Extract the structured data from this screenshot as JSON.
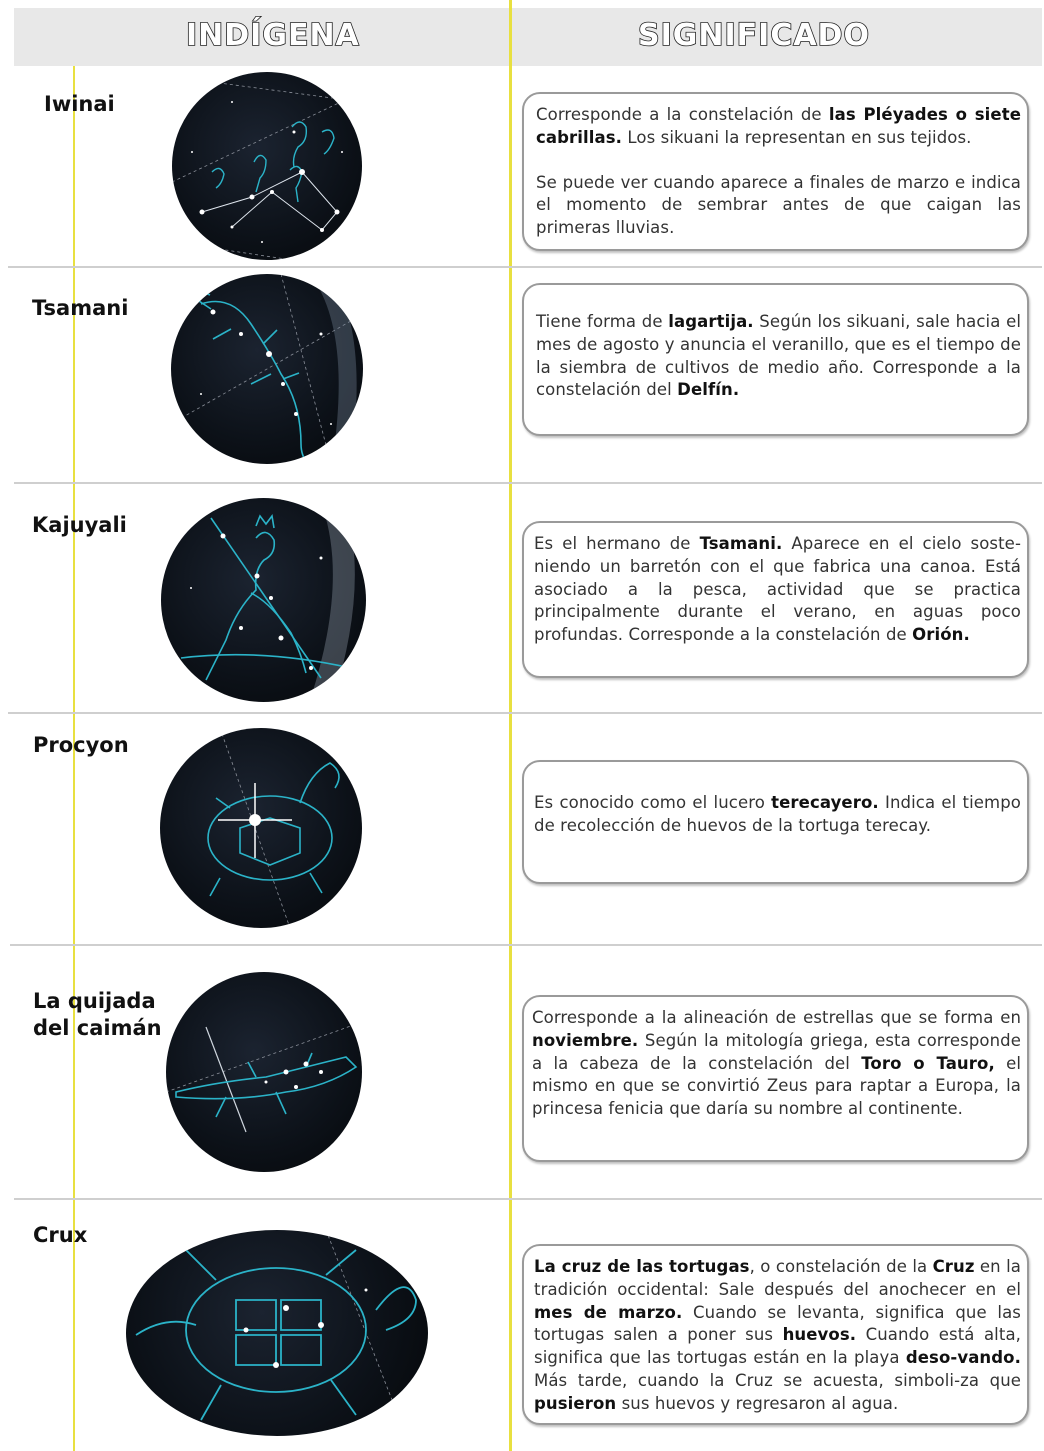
{
  "header": {
    "left_title": "INDÍGENA",
    "right_title": "SIGNIFICADO"
  },
  "rows": [
    {
      "name": "Iwinai",
      "image_icon": "pleiades-constellation-illustration",
      "paragraphs": [
        [
          {
            "t": "Corresponde a la constelación de "
          },
          {
            "t": "las Pléyades o siete cabrillas.",
            "b": true
          },
          {
            "t": " Los sikuani la representan en sus tejidos."
          }
        ],
        [
          {
            "t": "Se puede ver cuando aparece a finales de marzo e indica el momento de sembrar antes de que caigan las primeras lluvias."
          }
        ]
      ]
    },
    {
      "name": "Tsamani",
      "image_icon": "lizard-constellation-illustration",
      "paragraphs": [
        [
          {
            "t": "Tiene forma de "
          },
          {
            "t": "lagartija.",
            "b": true
          },
          {
            "t": " Según los sikuani, sale hacia el mes de agosto y anuncia el veranillo, que es el tiempo de la siembra de cultivos de medio año. Corresponde a la constelación del "
          },
          {
            "t": "Delfín.",
            "b": true
          }
        ]
      ]
    },
    {
      "name": "Kajuyali",
      "image_icon": "hunter-constellation-illustration",
      "paragraphs": [
        [
          {
            "t": "Es el hermano de "
          },
          {
            "t": "Tsamani.",
            "b": true
          },
          {
            "t": " Aparece en el cielo soste-niendo un barretón con el que fabrica una canoa. Está asociado a la pesca, actividad que se practica principalmente durante el verano, en aguas poco profundas. Corresponde a la constelación de "
          },
          {
            "t": "Orión.",
            "b": true
          }
        ]
      ]
    },
    {
      "name": "Procyon",
      "image_icon": "turtle-star-illustration",
      "paragraphs": [
        [
          {
            "t": "Es conocido como el lucero "
          },
          {
            "t": "terecayero.",
            "b": true
          },
          {
            "t": " Indica el tiempo de recolección de huevos de la tortuga terecay."
          }
        ]
      ]
    },
    {
      "name": "La quijada del caimán",
      "image_icon": "caiman-constellation-illustration",
      "paragraphs": [
        [
          {
            "t": "Corresponde a la alineación de estrellas que se forma en "
          },
          {
            "t": "noviembre.",
            "b": true
          },
          {
            "t": " Según la mitología griega, esta corresponde a la cabeza de la constelación del "
          },
          {
            "t": "Toro o Tauro,",
            "b": true
          },
          {
            "t": " el mismo en que se convirtió Zeus para raptar a Europa, la princesa fenicia que daría su nombre al continente."
          }
        ]
      ]
    },
    {
      "name": "Crux",
      "image_icon": "sea-turtle-constellation-illustration",
      "paragraphs": [
        [
          {
            "t": "La cruz de las tortugas",
            "b": true
          },
          {
            "t": ", o constelación de la "
          },
          {
            "t": "Cruz",
            "b": true
          },
          {
            "t": " en la tradición occidental: Sale después del anochecer en el "
          },
          {
            "t": "mes de marzo.",
            "b": true
          },
          {
            "t": " Cuando se levanta, significa que las tortugas salen a poner sus "
          },
          {
            "t": "huevos.",
            "b": true
          },
          {
            "t": " Cuando está alta, significa que las tortugas están en la playa "
          },
          {
            "t": "deso-vando.",
            "b": true
          },
          {
            "t": " Más tarde, cuando la Cruz se acuesta, simboli-za que "
          },
          {
            "t": "pusieron",
            "b": true
          },
          {
            "t": " sus huevos y regresaron al agua."
          }
        ]
      ]
    }
  ],
  "colors": {
    "accent_line": "#e8e040",
    "constellation": "#2bb3c8",
    "night_sky": "#0c1118"
  }
}
